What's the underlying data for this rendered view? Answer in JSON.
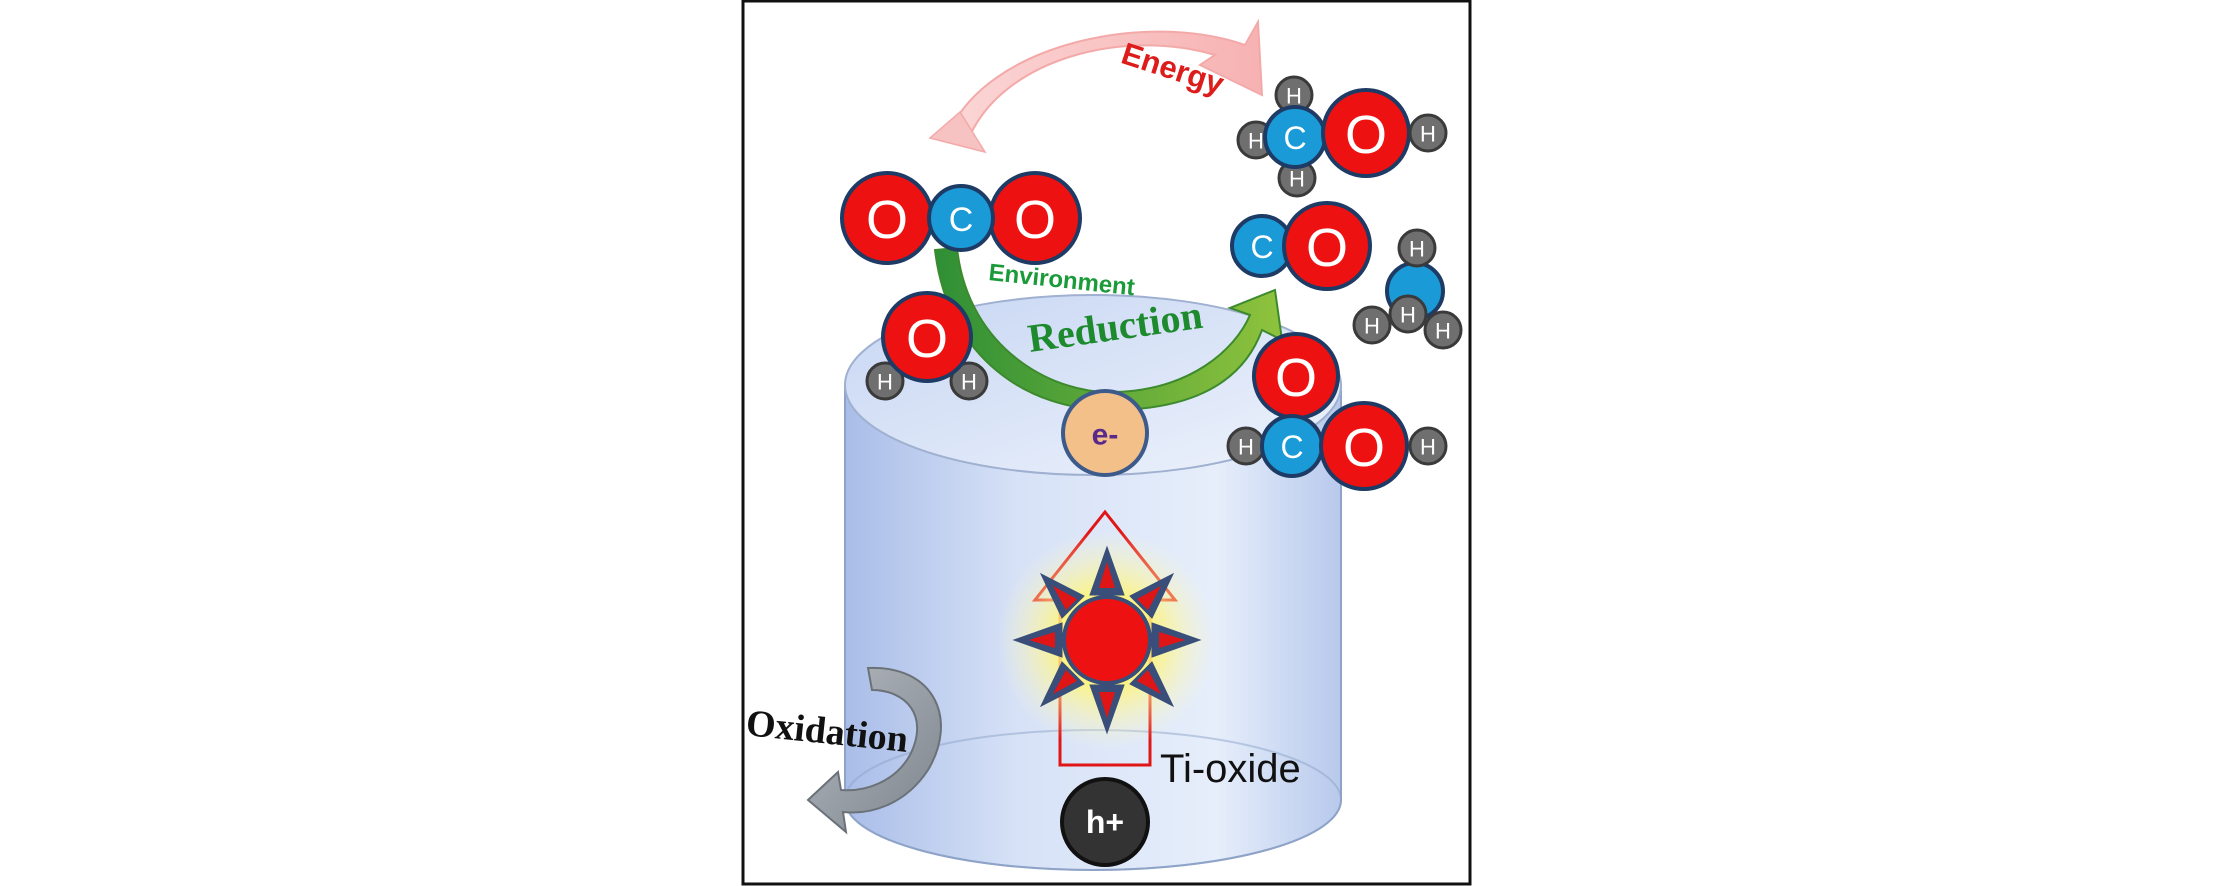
{
  "labels": {
    "energy": "Energy",
    "environment": "Environment",
    "reduction": "Reduction",
    "oxidation": "Oxidation",
    "ti_oxide": "Ti-oxide",
    "electron": "e-",
    "hole": "h+"
  },
  "atoms": {
    "oxygen": "O",
    "carbon": "C",
    "hydrogen": "H"
  },
  "colors": {
    "oxygen": "#ee1111",
    "carbon": "#1a9ad6",
    "hydrogen": "#6f6f6f",
    "energy_text": "#dd1c1c",
    "environment_text": "#1b9a3a",
    "reduction_text": "#1e8a2e",
    "electron_fill": "#f4c08a",
    "hole_fill": "#333333",
    "cylinder": "#c4d3f0",
    "sun": "#ee1111"
  },
  "molecules_shown": [
    "O2 / CO2 reactant",
    "H2O",
    "CH3OH",
    "CO",
    "CH4",
    "HCOOH"
  ]
}
